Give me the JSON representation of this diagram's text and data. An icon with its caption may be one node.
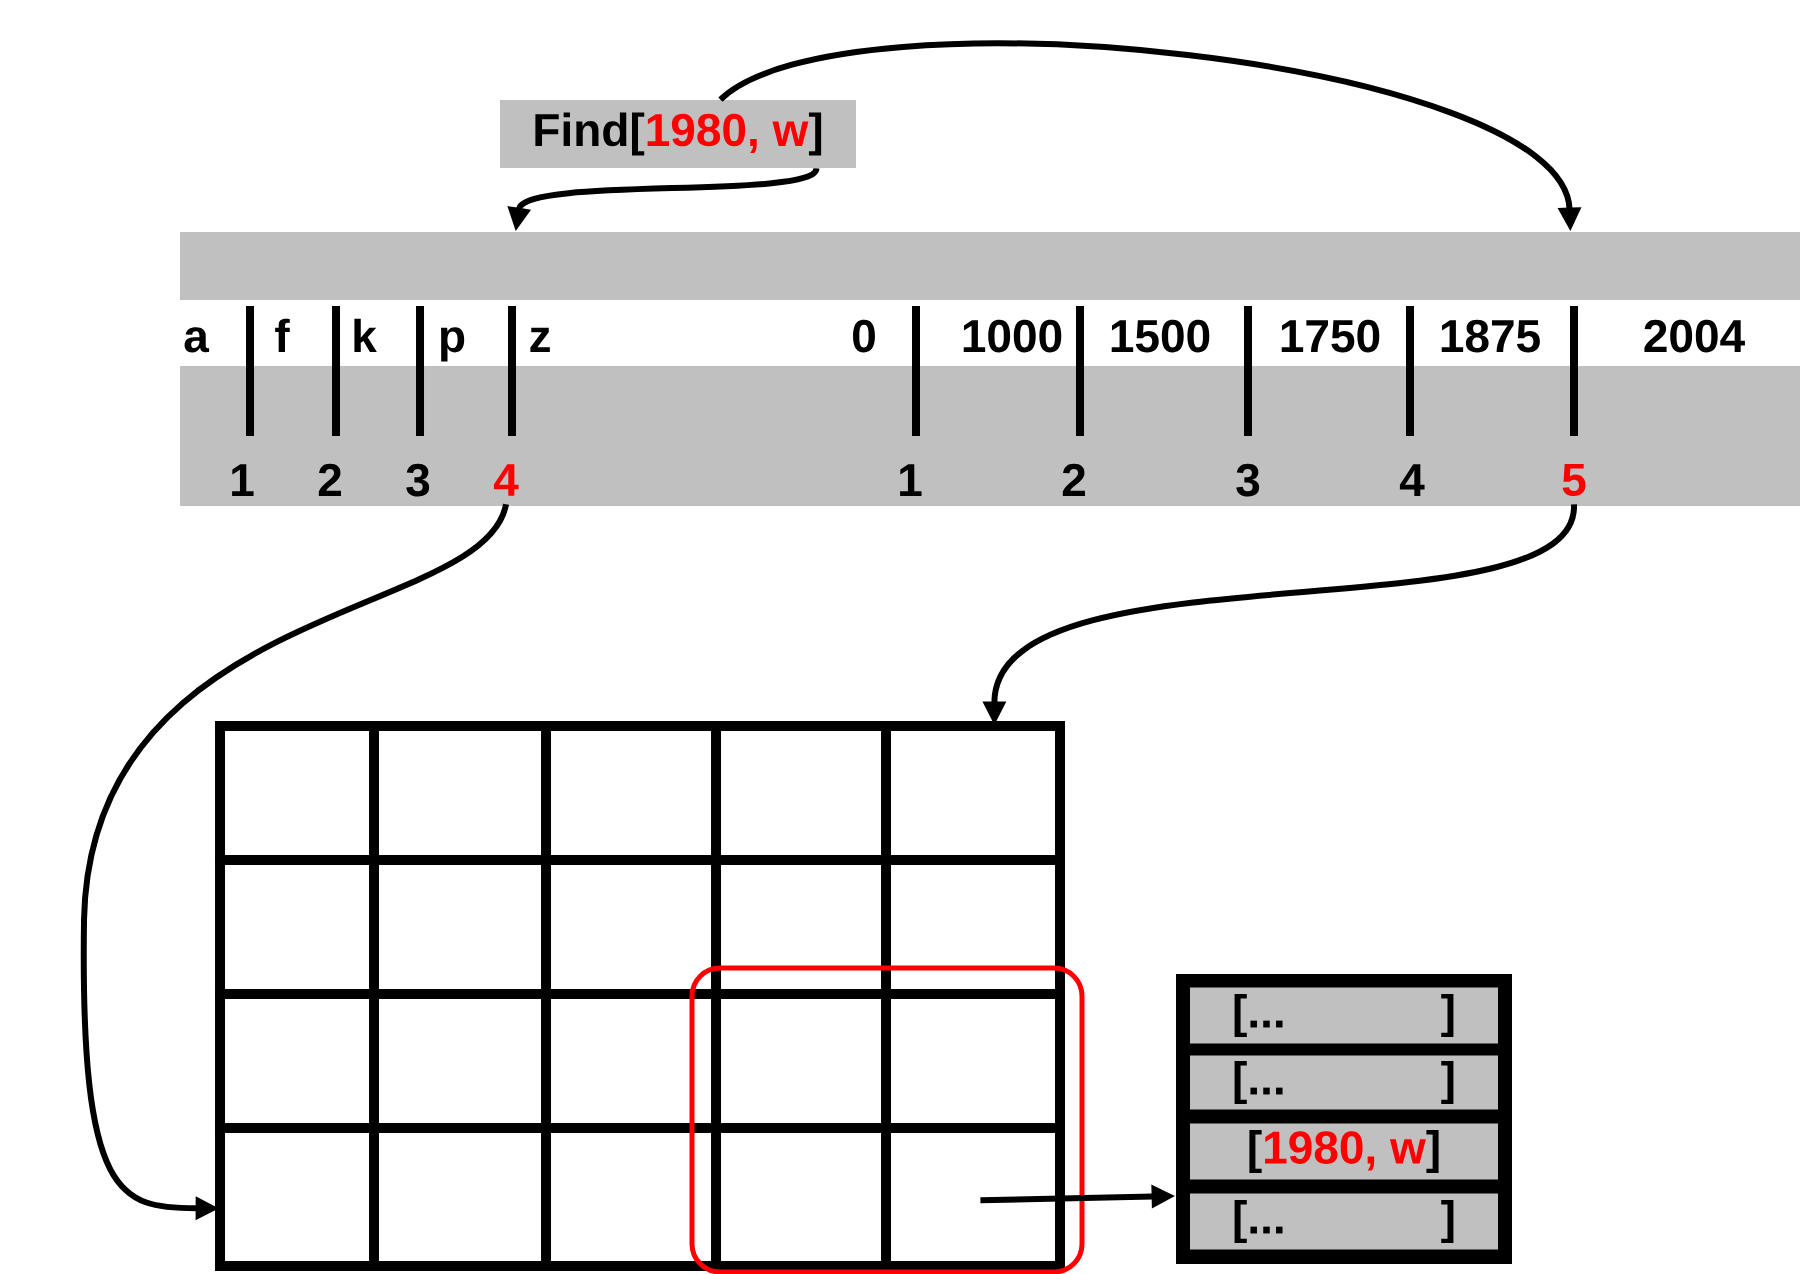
{
  "diagram": {
    "nodes": [
      {
        "text": [
          "Find[",
          "1980, w",
          "]"
        ]
      },
      {
        "text": [],
        "shape": "bar"
      },
      {
        "text": [
          "4"
        ]
      },
      {
        "text": [
          "5"
        ]
      },
      {
        "text": [],
        "shape": "grid"
      },
      {
        "text": [],
        "shape": "box"
      },
      {
        "text": [
          "[...",
          "]"
        ],
        "in": 5
      },
      {
        "text": [
          "[...",
          "]"
        ],
        "in": 5
      },
      {
        "text": [
          "[",
          "1980, w",
          "]"
        ],
        "in": 5
      },
      {
        "text": [
          "[...",
          "]"
        ],
        "in": 5
      }
    ],
    "edges": [
      {
        "from": 0,
        "to": 1,
        "arrow": "to"
      },
      {
        "from": 0,
        "to": 1,
        "arrow": "to"
      },
      {
        "from": 2,
        "to": 4,
        "arrow": "to"
      },
      {
        "from": 3,
        "to": 4,
        "arrow": "to"
      },
      {
        "from": 4,
        "to": 5,
        "arrow": "to"
      }
    ],
    "labels": [
      "a",
      "f",
      "k",
      "p",
      "z",
      "0",
      "1000",
      "1500",
      "1750",
      "1875",
      "2004",
      "1",
      "2",
      "3",
      "1",
      "2",
      "3",
      "4"
    ]
  }
}
